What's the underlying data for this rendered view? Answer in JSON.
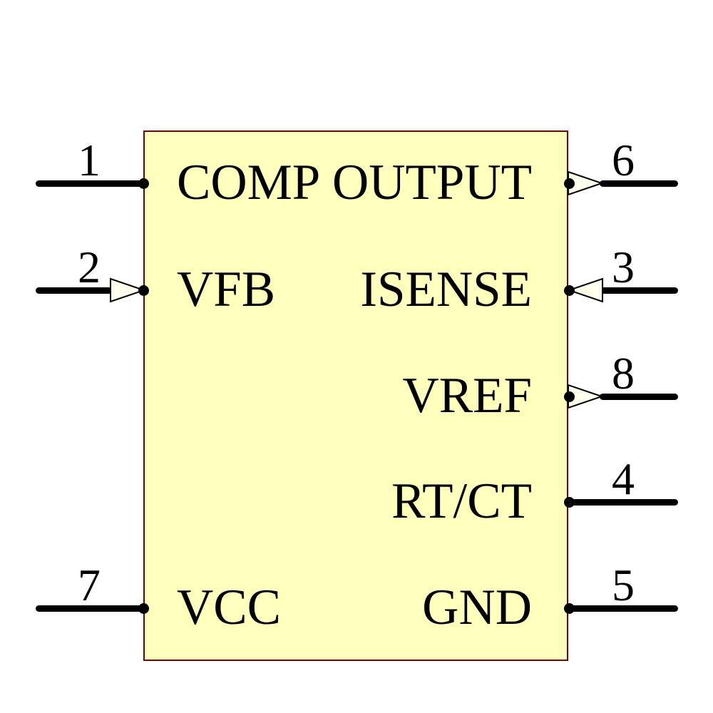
{
  "component": {
    "kind": "ic-schematic-symbol",
    "pin_count": 8
  },
  "colors": {
    "background": "#FFFFFF",
    "body_fill": "#FFFFBE",
    "body_border": "#7A0000",
    "wire": "#000000",
    "text": "#000000",
    "arrow_fill": "#FFFFEE",
    "arrow_stroke": "#000000"
  },
  "pins": [
    {
      "number": "1",
      "label": "COMP",
      "side": "left",
      "arrow": "none"
    },
    {
      "number": "2",
      "label": "VFB",
      "side": "left",
      "arrow": "input-into-body"
    },
    {
      "number": "7",
      "label": "VCC",
      "side": "left",
      "arrow": "none"
    },
    {
      "number": "6",
      "label": "OUTPUT",
      "side": "right",
      "arrow": "output-out-of-body"
    },
    {
      "number": "3",
      "label": "ISENSE",
      "side": "right",
      "arrow": "input-into-body"
    },
    {
      "number": "8",
      "label": "VREF",
      "side": "right",
      "arrow": "output-out-of-body"
    },
    {
      "number": "4",
      "label": "RT/CT",
      "side": "right",
      "arrow": "none"
    },
    {
      "number": "5",
      "label": "GND",
      "side": "right",
      "arrow": "none"
    }
  ]
}
